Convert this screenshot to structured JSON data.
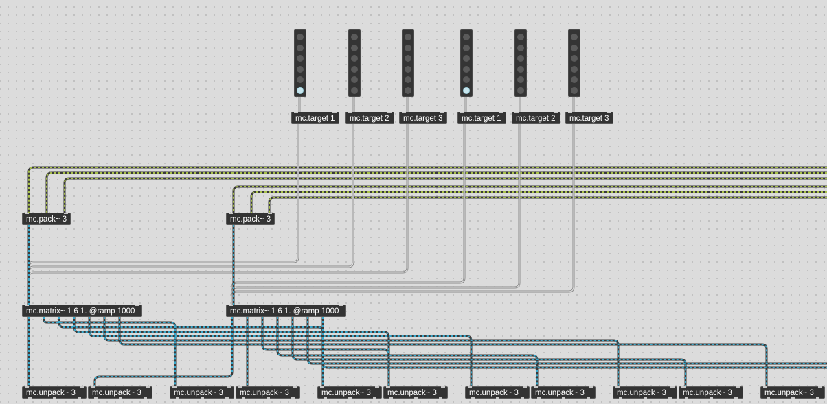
{
  "colors": {
    "background": "#dcdcdc",
    "object_box": "#333333",
    "object_text": "#ffffff",
    "signal_cord": "#39a9cc",
    "mc_control_cord": "#a9c24b",
    "message_cord": "#9a9a9a",
    "slider_active": "#c8e6ee"
  },
  "sliders": [
    {
      "id": "slider-1",
      "active_index": 5
    },
    {
      "id": "slider-2",
      "active_index": -1
    },
    {
      "id": "slider-3",
      "active_index": -1
    },
    {
      "id": "slider-4",
      "active_index": 5
    },
    {
      "id": "slider-5",
      "active_index": -1
    },
    {
      "id": "slider-6",
      "active_index": -1
    }
  ],
  "objects": {
    "targets": [
      "mc.target 1",
      "mc.target 2",
      "mc.target 3",
      "mc.target 1",
      "mc.target 2",
      "mc.target 3"
    ],
    "packs": [
      "mc.pack~ 3",
      "mc.pack~ 3"
    ],
    "matrices": [
      "mc.matrix~ 1 6 1. @ramp 1000",
      "mc.matrix~ 1 6 1. @ramp 1000"
    ],
    "unpacks": [
      "mc.unpack~ 3",
      "mc.unpack~ 3",
      "mc.unpack~ 3",
      "mc.unpack~ 3",
      "mc.unpack~ 3",
      "mc.unpack~ 3",
      "mc.unpack~ 3",
      "mc.unpack~ 3",
      "mc.unpack~ 3",
      "mc.unpack~ 3",
      "mc.unpack~ 3"
    ]
  }
}
